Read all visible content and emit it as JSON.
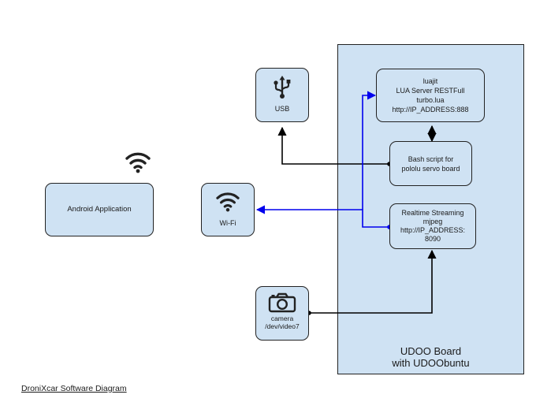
{
  "board": {
    "title_line1": "UDOO Board",
    "title_line2": "with UDOObuntu"
  },
  "nodes": {
    "android": {
      "label": "Android Application"
    },
    "usb": {
      "label": "USB"
    },
    "wifi": {
      "label": "Wi-Fi"
    },
    "camera": {
      "line1": "camera",
      "line2": "/dev/video7"
    },
    "server": {
      "line1": "luajit",
      "line2": "LUA Server RESTFull",
      "line3": "turbo.lua",
      "line4": "http://IP_ADDRESS:888"
    },
    "bash": {
      "line1": "Bash script for",
      "line2": "pololu servo board"
    },
    "stream": {
      "line1": "Realtime Streaming",
      "line2": "mjpeg",
      "line3": "http://IP_ADDRESS:",
      "line4": "8090"
    }
  },
  "caption": "DroniXcar Software Diagram",
  "colors": {
    "box_fill": "#cfe2f3",
    "black_connector": "#000000",
    "blue_connector": "#0000ee"
  },
  "icons": [
    "wifi-icon",
    "usb-icon",
    "camera-icon"
  ]
}
